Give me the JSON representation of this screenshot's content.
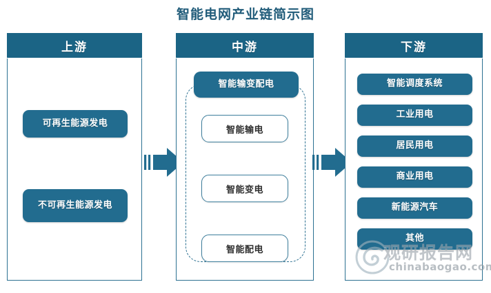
{
  "title": "智能电网产业链简示图",
  "colors": {
    "header_bar": "#1b6485",
    "pill": "#226c8f",
    "box_border": "#2b7091",
    "title_text": "#215c7a",
    "white_box_text": "#2f2f2f",
    "dashed_border": "#2a6f90"
  },
  "columns": [
    {
      "id": "upstream",
      "header": "上游",
      "items": [
        {
          "label": "可再生能源发电",
          "style": "pill"
        },
        {
          "label": "不可再生能源发电",
          "style": "pill"
        }
      ]
    },
    {
      "id": "midstream",
      "header": "中游",
      "group_label": "智能输变配电",
      "items": [
        {
          "label": "智能输电",
          "style": "white-box"
        },
        {
          "label": "智能变电",
          "style": "white-box"
        },
        {
          "label": "智能配电",
          "style": "white-box"
        }
      ]
    },
    {
      "id": "downstream",
      "header": "下游",
      "items": [
        {
          "label": "智能调度系统",
          "style": "pill"
        },
        {
          "label": "工业用电",
          "style": "pill"
        },
        {
          "label": "居民用电",
          "style": "pill"
        },
        {
          "label": "商业用电",
          "style": "pill"
        },
        {
          "label": "新能源汽车",
          "style": "pill"
        },
        {
          "label": "其他",
          "style": "pill"
        }
      ]
    }
  ],
  "arrows": [
    {
      "id": "arrow-upstream-to-midstream",
      "icon": "right-arrow-icon"
    },
    {
      "id": "arrow-midstream-to-downstream",
      "icon": "right-arrow-icon"
    }
  ],
  "watermark": {
    "brand": "观研报告网",
    "url": "chinabaogao.com",
    "logo": "swirl-logo-icon"
  }
}
